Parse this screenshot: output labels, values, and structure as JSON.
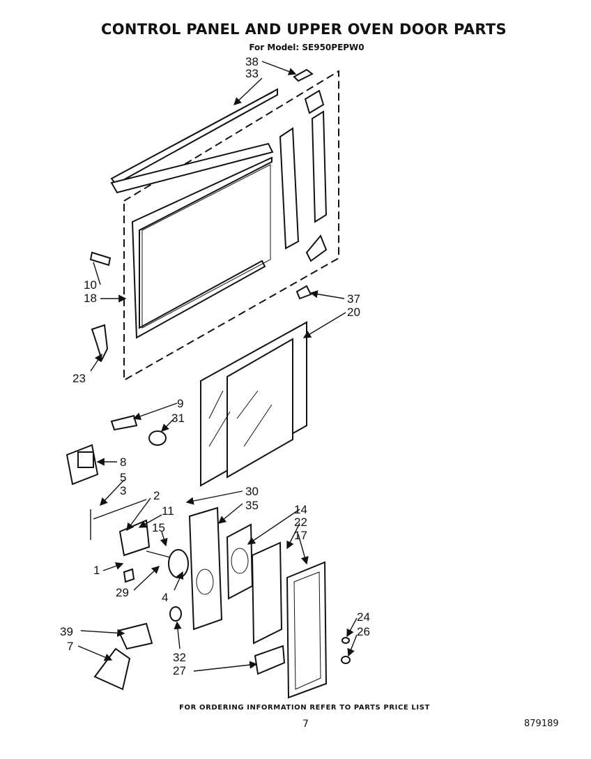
{
  "header": {
    "title": "CONTROL PANEL AND UPPER OVEN DOOR PARTS",
    "subtitle": "For Model: SE950PEPW0"
  },
  "callouts": [
    "38",
    "33",
    "10",
    "18",
    "23",
    "37",
    "20",
    "9",
    "31",
    "8",
    "5",
    "3",
    "2",
    "11",
    "15",
    "1",
    "29",
    "4",
    "30",
    "35",
    "14",
    "22",
    "17",
    "24",
    "26",
    "39",
    "7",
    "32",
    "27"
  ],
  "footer": {
    "note": "FOR ORDERING INFORMATION REFER TO PARTS PRICE LIST",
    "page_number": "7",
    "doc_number": "879189"
  }
}
